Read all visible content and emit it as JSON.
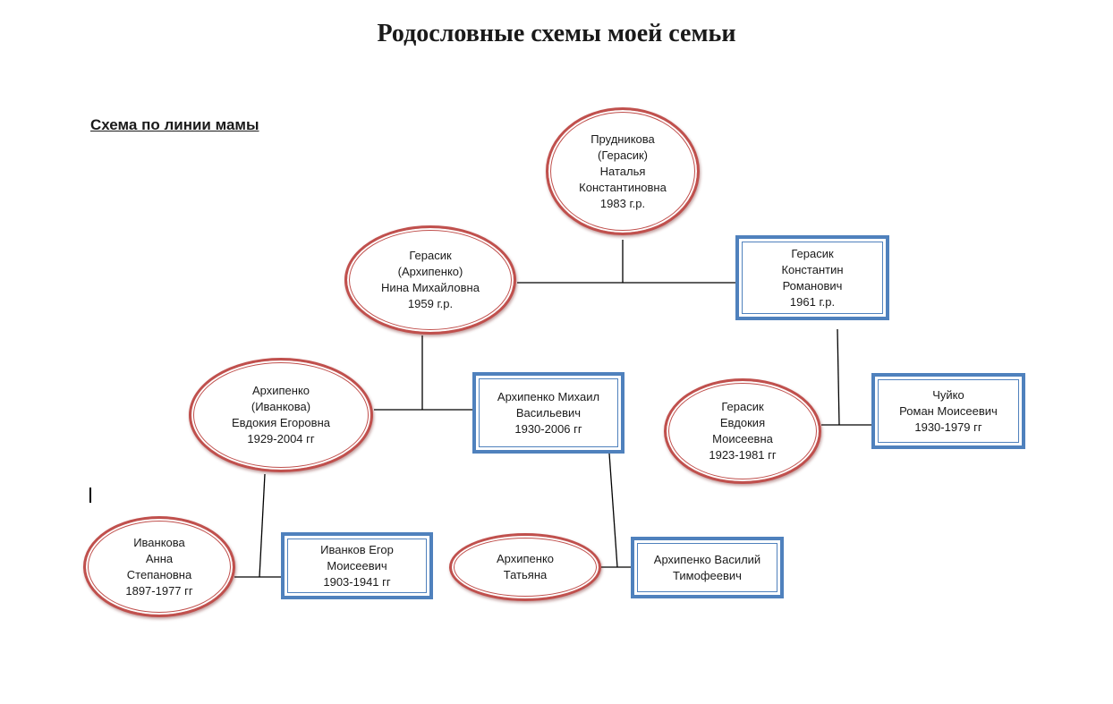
{
  "title": "Родословные схемы моей семьи",
  "subtitle": "Схема по линии мамы",
  "colors": {
    "female_border": "#c0504d",
    "male_border": "#4f81bd",
    "line": "#000000"
  },
  "people": {
    "natalya": [
      "Прудникова",
      "(Герасик)",
      "Наталья",
      "Константиновна",
      "1983 г.р."
    ],
    "nina": [
      "Герасик",
      "(Архипенко)",
      "Нина Михайловна",
      "1959 г.р."
    ],
    "konstantin": [
      "Герасик",
      "Константин",
      "Романович",
      "1961 г.р."
    ],
    "evdokia_e": [
      "Архипенко",
      "(Иванкова)",
      "Евдокия Егоровна",
      "1929-2004 гг"
    ],
    "mikhail": [
      "Архипенко Михаил",
      "Васильевич",
      "1930-2006 гг"
    ],
    "evdokia_m": [
      "Герасик",
      "Евдокия",
      "Моисеевна",
      "1923-1981 гг"
    ],
    "roman": [
      "Чуйко",
      "Роман Моисеевич",
      "1930-1979 гг"
    ],
    "anna": [
      "Иванкова",
      "Анна",
      "Степановна",
      "1897-1977 гг"
    ],
    "egor": [
      "Иванков Егор",
      "Моисеевич",
      "1903-1941 гг"
    ],
    "tatyana": [
      "Архипенко",
      "Татьяна"
    ],
    "vasiliy": [
      "Архипенко Василий",
      "Тимофеевич"
    ]
  }
}
